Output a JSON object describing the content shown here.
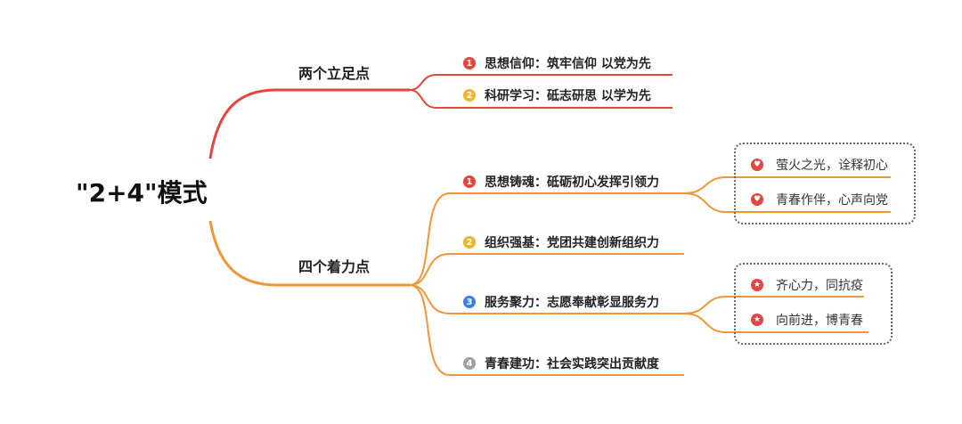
{
  "root": {
    "label": "\"2+4\"模式"
  },
  "branches": [
    {
      "label": "两个立足点",
      "color": "#e2463c",
      "items": [
        {
          "num": "1",
          "num_color": "#e2463c",
          "label": "思想信仰：筑牢信仰 以党为先"
        },
        {
          "num": "2",
          "num_color": "#f0b429",
          "label": "科研学习：砥志研思 以学为先"
        }
      ]
    },
    {
      "label": "四个着力点",
      "color": "#f0963a",
      "items": [
        {
          "num": "1",
          "num_color": "#e2463c",
          "label": "思想铸魂：砥砺初心发挥引领力",
          "children": [
            {
              "icon": "heart-icon",
              "label": "萤火之光，诠释初心"
            },
            {
              "icon": "heart-icon",
              "label": "青春作伴，心声向党"
            }
          ]
        },
        {
          "num": "2",
          "num_color": "#f0b429",
          "label": "组织强基：党团共建创新组织力"
        },
        {
          "num": "3",
          "num_color": "#3b7fe0",
          "label": "服务聚力：志愿奉献彰显服务力",
          "children": [
            {
              "icon": "star-icon",
              "label": "齐心力，同抗疫"
            },
            {
              "icon": "star-icon",
              "label": "向前进，博青春"
            }
          ]
        },
        {
          "num": "4",
          "num_color": "#a0a0a0",
          "label": "青春建功：社会实践突出贡献度"
        }
      ]
    }
  ]
}
